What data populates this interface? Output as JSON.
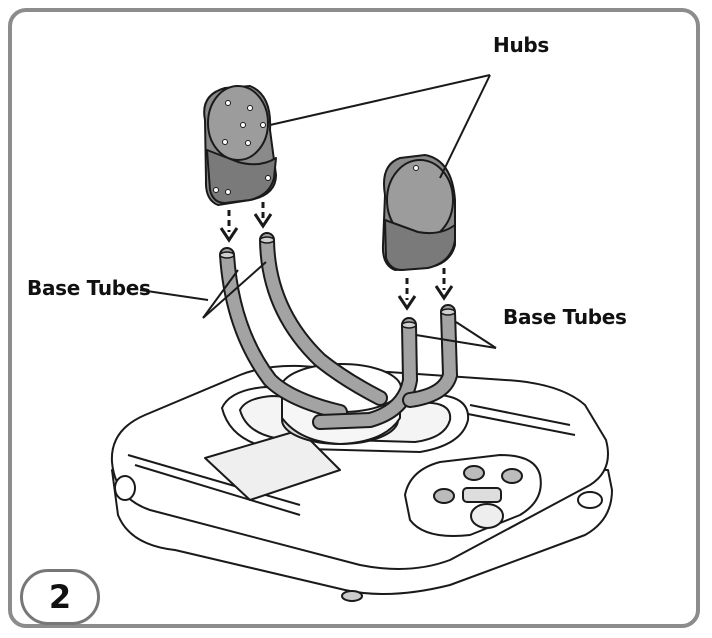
{
  "labels": {
    "hubs": "Hubs",
    "base_tubes_left": "Base Tubes",
    "base_tubes_right": "Base Tubes"
  },
  "step_number": "2",
  "colors": {
    "frame": "#8c8c8c",
    "hub": "#8a8a8a",
    "tube": "#a3a3a3",
    "base": "#ffffff",
    "line": "#1a1a1a"
  }
}
